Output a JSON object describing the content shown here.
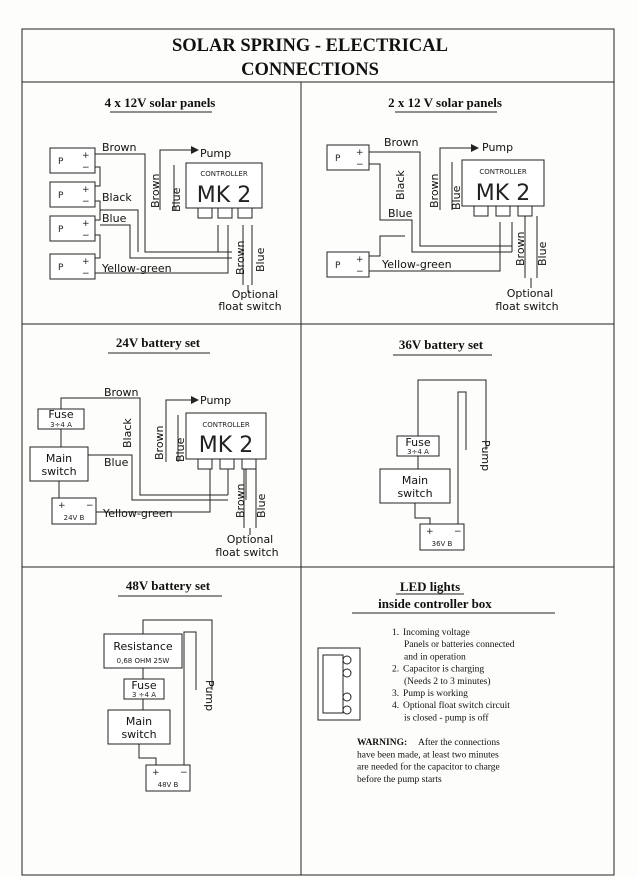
{
  "title": {
    "line1": "SOLAR SPRING - ELECTRICAL",
    "line2": "CONNECTIONS"
  },
  "common": {
    "controller": "CONTROLLER",
    "mk2": "MK 2",
    "pump": "Pump",
    "brown": "Brown",
    "black": "Black",
    "blue": "Blue",
    "yellow_green": "Yellow-green",
    "optional": "Optional",
    "float_switch": "float switch",
    "p": "P",
    "plus": "+",
    "minus": "−"
  },
  "sections": {
    "panels4": {
      "title": "4 x 12V solar panels"
    },
    "panels2": {
      "title": "2 x 12 V solar panels"
    },
    "bat24": {
      "title": "24V battery set",
      "fuse": "Fuse",
      "fuse_rating": "3÷4 A",
      "main": "Main",
      "switch": "switch",
      "battery": "24V B"
    },
    "bat36": {
      "title": "36V battery set",
      "fuse": "Fuse",
      "fuse_rating": "3÷4 A",
      "main": "Main",
      "switch": "switch",
      "battery": "36V B"
    },
    "bat48": {
      "title": "48V battery set",
      "resistance": "Resistance",
      "resistance_rating": "0,68 OHM 25W",
      "fuse": "Fuse",
      "fuse_rating": "3 ÷4 A",
      "main": "Main",
      "switch": "switch",
      "battery": "48V B"
    },
    "led": {
      "title1": "LED lights",
      "title2": "inside controller box",
      "items": [
        {
          "num": "1.",
          "lines": [
            "Incoming voltage",
            "Panels or batteries connected",
            "and in operation"
          ]
        },
        {
          "num": "2.",
          "lines": [
            "Capacitor is charging",
            "(Needs 2 to 3 minutes)"
          ]
        },
        {
          "num": "3.",
          "lines": [
            "Pump is working"
          ]
        },
        {
          "num": "4.",
          "lines": [
            "Optional float switch circuit",
            "is closed - pump is off"
          ]
        }
      ],
      "warning_label": "WARNING:",
      "warning_lines": [
        "After the connections",
        "have been made, at least two minutes",
        "are needed for the capacitor to charge",
        "before the pump starts"
      ]
    }
  }
}
